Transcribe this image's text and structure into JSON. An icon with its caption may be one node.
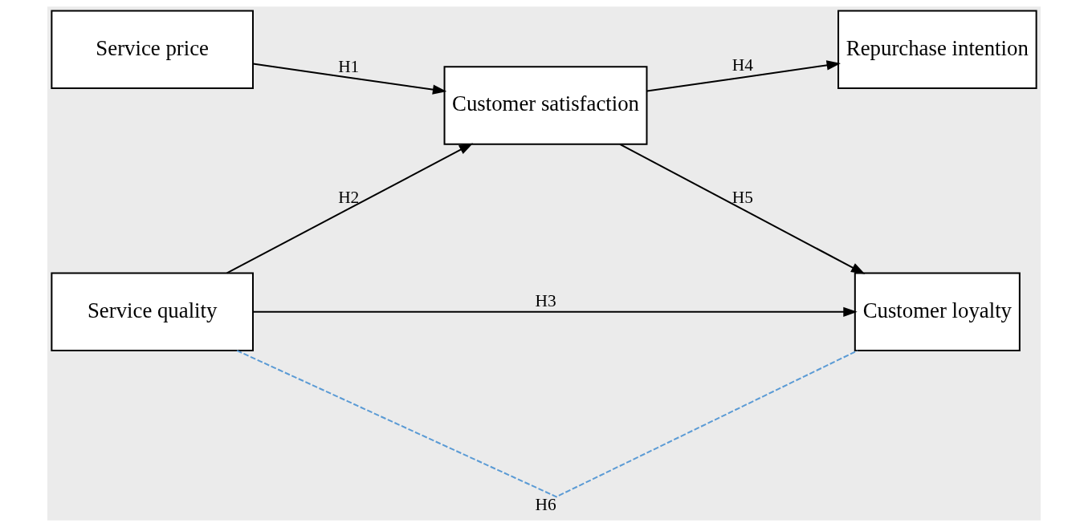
{
  "diagram": {
    "nodes": [
      {
        "text": [
          "Service price"
        ]
      },
      {
        "text": [
          "Service quality"
        ]
      },
      {
        "text": [
          "Customer satisfaction"
        ]
      },
      {
        "text": [
          "Repurchase intention"
        ]
      },
      {
        "text": [
          "Customer loyalty"
        ]
      }
    ],
    "edges": [
      {
        "from": 0,
        "to": 2,
        "arrow": "to",
        "label": "H1"
      },
      {
        "from": 1,
        "to": 2,
        "arrow": "to",
        "label": "H2"
      },
      {
        "from": 1,
        "to": 4,
        "arrow": "to",
        "label": "H3"
      },
      {
        "from": 2,
        "to": 3,
        "arrow": "to",
        "label": "H4"
      },
      {
        "from": 2,
        "to": 4,
        "arrow": "to",
        "label": "H5"
      },
      {
        "from": 1,
        "to": 4,
        "arrow": "none",
        "label": "H6",
        "style": "dashed",
        "color": "#5b9bd5"
      }
    ]
  }
}
